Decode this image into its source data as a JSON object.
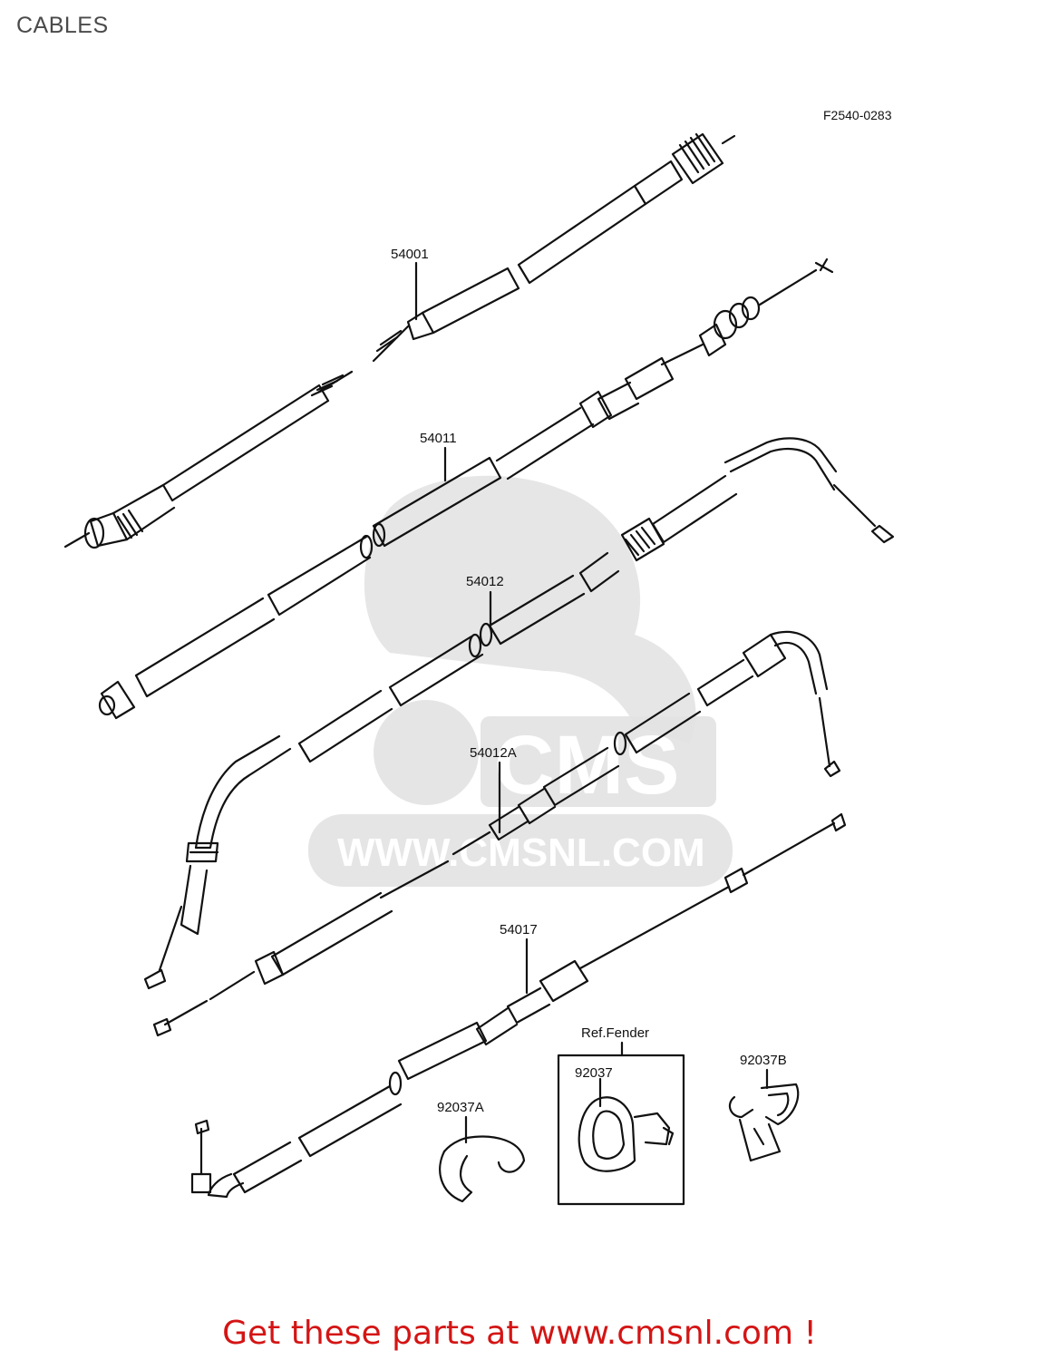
{
  "page": {
    "title": "CABLES"
  },
  "diagram": {
    "figure_code": "F2540-0283",
    "watermark_text": "WWW.CMSNL.COM",
    "watermark_logo": "CMS",
    "parts": [
      {
        "number": "54001"
      },
      {
        "number": "54011"
      },
      {
        "number": "54012"
      },
      {
        "number": "54012A"
      },
      {
        "number": "54017"
      },
      {
        "number": "92037A"
      },
      {
        "number": "92037"
      },
      {
        "number": "92037B"
      }
    ],
    "group_label": "Ref.Fender"
  },
  "footer": {
    "link_text": "Get these parts at www.cmsnl.com !"
  },
  "colors": {
    "footer_red": "#d41414",
    "watermark_gray": "#d9d9d9",
    "line": "#111111"
  }
}
